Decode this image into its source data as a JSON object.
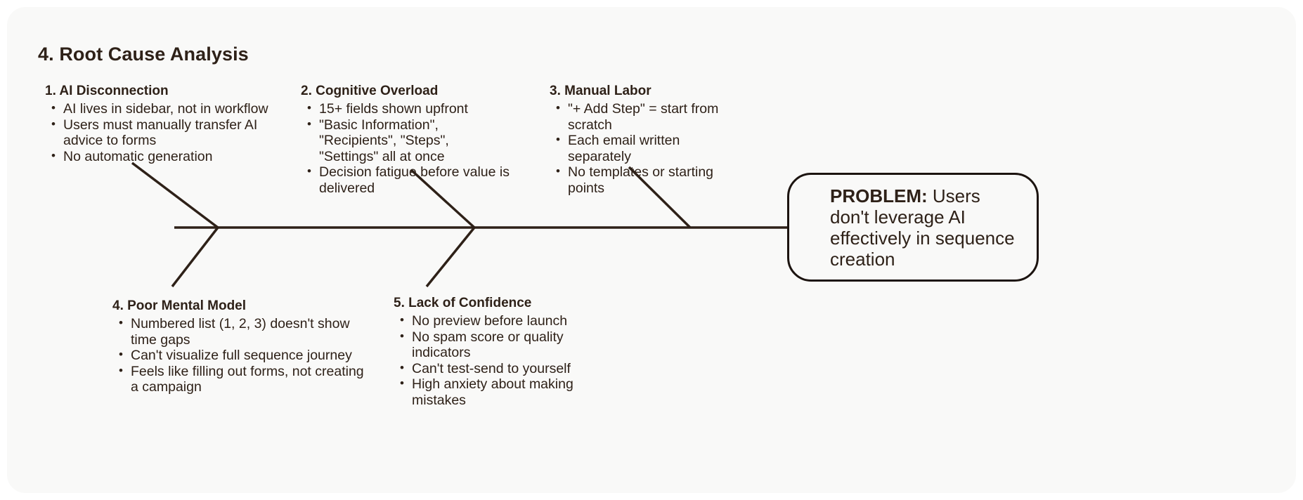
{
  "page": {
    "title": "4. Root Cause Analysis",
    "background_color": "#f9f9f8",
    "ink_color": "#2e2118",
    "line_color": "#2e2118"
  },
  "diagram": {
    "type": "fishbone",
    "spine_label": "main-spine",
    "problem": {
      "label_bold": "PROBLEM:",
      "label_rest": " Users don't leverage AI effectively in sequence creation"
    },
    "causes": [
      {
        "id": "ai-disconnection",
        "title": "1. AI Disconnection",
        "side": "top",
        "items": [
          "AI lives in sidebar, not in workflow",
          "Users must manually transfer AI advice to forms",
          "No automatic generation"
        ]
      },
      {
        "id": "cognitive-overload",
        "title": "2. Cognitive Overload",
        "side": "top",
        "items": [
          "15+ fields shown upfront",
          "\"Basic Information\", \"Recipients\", \"Steps\", \"Settings\" all at once",
          "Decision fatigue before value is delivered"
        ]
      },
      {
        "id": "manual-labor",
        "title": "3. Manual Labor",
        "side": "top",
        "items": [
          "\"+ Add Step\" = start from scratch",
          "Each email written separately",
          "No templates or starting points"
        ]
      },
      {
        "id": "poor-mental-model",
        "title": "4. Poor Mental Model",
        "side": "bottom",
        "items": [
          "Numbered list (1, 2, 3) doesn't show time gaps",
          "Can't visualize full sequence journey",
          "Feels like filling out forms, not creating a campaign"
        ]
      },
      {
        "id": "lack-of-confidence",
        "title": "5. Lack of Confidence",
        "side": "bottom",
        "items": [
          "No preview before launch",
          "No spam score or quality indicators",
          "Can't test-send to yourself",
          "High anxiety about making mistakes"
        ]
      }
    ]
  }
}
